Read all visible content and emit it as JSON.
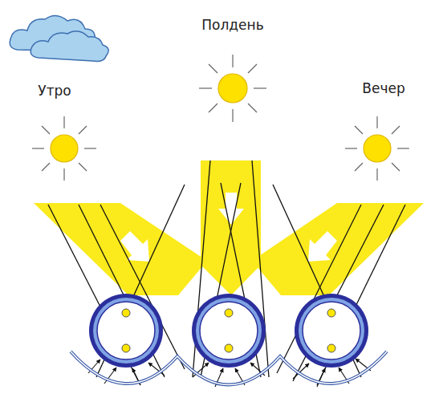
{
  "diagram": {
    "labels": [
      "Утро",
      "Полдень",
      "Вечер"
    ]
  }
}
